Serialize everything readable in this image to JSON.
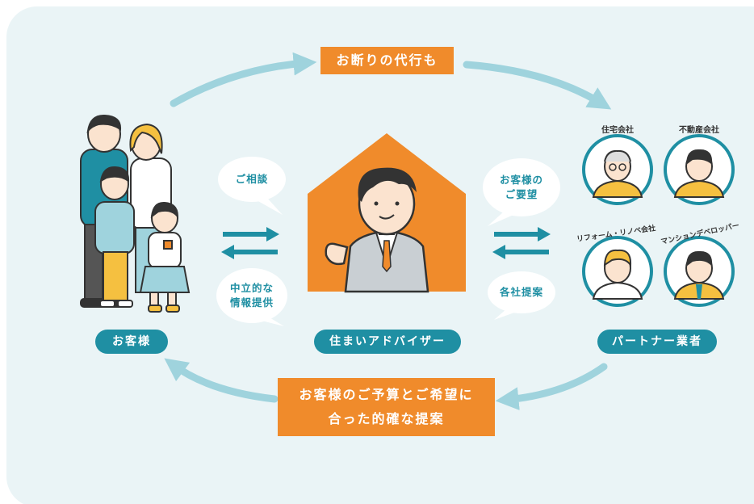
{
  "top_label": "お断りの代行も",
  "bottom_label": [
    "お客様のご予算とご希望に",
    "合った的確な提案"
  ],
  "customer_label": "お客様",
  "advisor_label": "住まいアドバイザー",
  "partner_label": "パートナー業者",
  "bubbles": {
    "consult": "ご相談",
    "neutral_info": [
      "中立的な",
      "情報提供"
    ],
    "customer_request": [
      "お客様の",
      "ご要望"
    ],
    "proposals": "各社提案"
  },
  "partners": [
    "住宅会社",
    "不動産会社",
    "リフォーム・リノベ会社",
    "マンションデベロッパー"
  ],
  "colors": {
    "teal": "#1f8fa3",
    "orange": "#f08b2b",
    "arrow": "#9fd3dd",
    "panel": "#eaf4f6"
  }
}
